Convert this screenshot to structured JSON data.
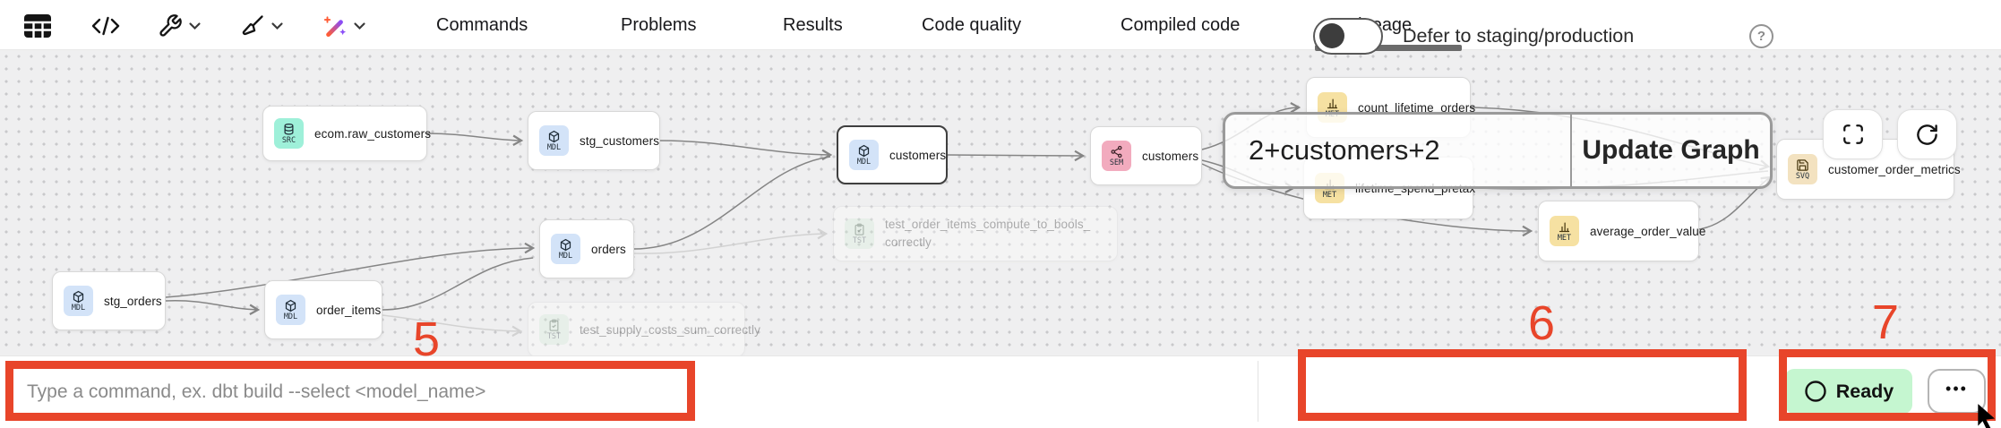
{
  "toolbar": {
    "icons": [
      "table-icon",
      "code-icon",
      "wrench-icon",
      "broom-icon",
      "wand-icon"
    ],
    "tabs": [
      {
        "label": "Commands",
        "active": false
      },
      {
        "label": "Problems",
        "active": false
      },
      {
        "label": "Results",
        "active": false
      },
      {
        "label": "Code quality",
        "active": false
      },
      {
        "label": "Compiled code",
        "active": false
      },
      {
        "label": "Lineage",
        "active": true
      }
    ]
  },
  "graph": {
    "nodes": [
      {
        "label": "ecom.raw_customers",
        "badge": "SRC",
        "type": "source"
      },
      {
        "label": "stg_customers",
        "badge": "MDL",
        "type": "model"
      },
      {
        "label": "customers",
        "badge": "MDL",
        "type": "model",
        "selected": true
      },
      {
        "label": "stg_orders",
        "badge": "MDL",
        "type": "model"
      },
      {
        "label": "order_items",
        "badge": "MDL",
        "type": "model"
      },
      {
        "label": "orders",
        "badge": "MDL",
        "type": "model"
      },
      {
        "label": "customers",
        "badge": "SEM",
        "type": "semantic"
      },
      {
        "label": "count_lifetime_orders",
        "badge": "MET",
        "type": "metric"
      },
      {
        "label": "lifetime_spend_pretax",
        "badge": "MET",
        "type": "metric"
      },
      {
        "label": "average_order_value",
        "badge": "MET",
        "type": "metric"
      },
      {
        "label": "customer_order_metrics",
        "badge": "SVQ",
        "type": "saved-query"
      },
      {
        "label": "test_order_items_compute_to_bools_correctly",
        "badge": "TST",
        "type": "test",
        "faded": true
      },
      {
        "label": "test_supply_costs_sum_correctly",
        "badge": "TST",
        "type": "test",
        "faded": true
      }
    ],
    "selector": {
      "value": "2+customers+2",
      "update_button": "Update Graph"
    },
    "controls": [
      "fullscreen-icon",
      "refresh-icon"
    ]
  },
  "bottom_bar": {
    "command_placeholder": "Type a command, ex. dbt build --select <model_name>",
    "defer_label": "Defer to staging/production",
    "help_glyph": "?",
    "ready_label": "Ready",
    "more_glyph": "•••"
  },
  "annotations": {
    "n5": "5",
    "n6": "6",
    "n7": "7"
  },
  "colors": {
    "annotation_red": "#e8452a",
    "graph_bg": "#efeff0",
    "ready_green": "#c5f6d0",
    "badge_src": "#9ef0d9",
    "badge_mdl": "#d3e3f8",
    "badge_sem": "#f2abbe",
    "badge_met": "#f6e1a2",
    "badge_tst": "#d8f1dc",
    "badge_svq": "#f3e2c0",
    "edge": "#858585",
    "wand_gradient": [
      "#ff5c35",
      "#8a4df7"
    ]
  }
}
